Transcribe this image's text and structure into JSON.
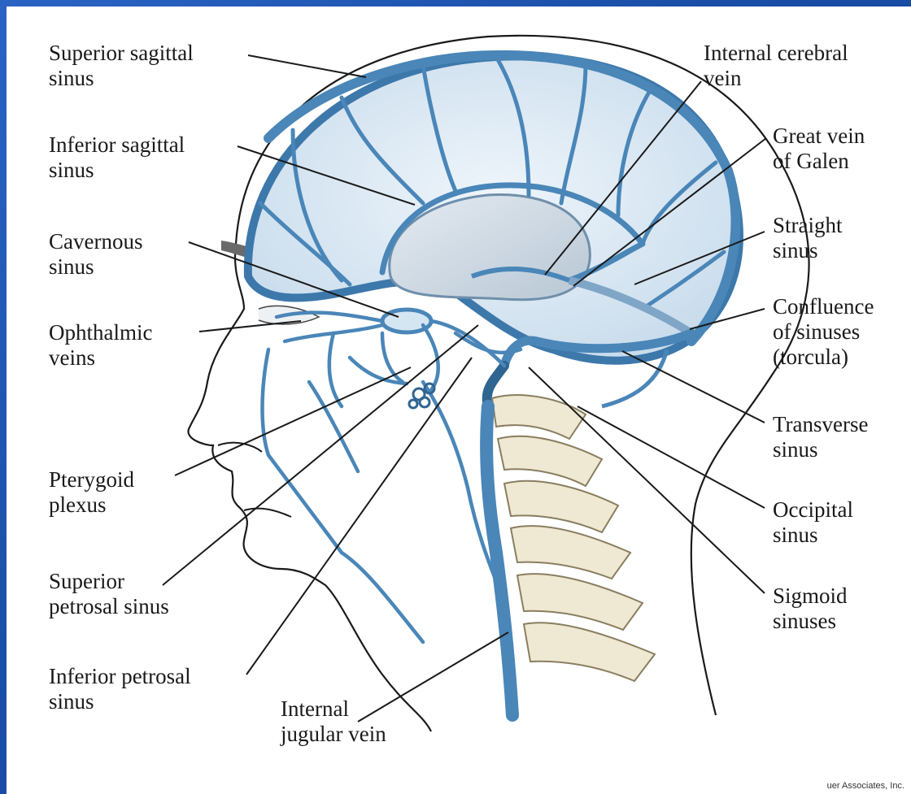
{
  "diagram": {
    "labels": {
      "superior_sagittal_sinus": [
        "Superior sagittal",
        "sinus"
      ],
      "inferior_sagittal_sinus": [
        "Inferior sagittal",
        "sinus"
      ],
      "cavernous_sinus": [
        "Cavernous",
        "sinus"
      ],
      "ophthalmic_veins": [
        "Ophthalmic",
        "veins"
      ],
      "pterygoid_plexus": [
        "Pterygoid",
        "plexus"
      ],
      "superior_petrosal_sinus": [
        "Superior",
        "petrosal sinus"
      ],
      "inferior_petrosal_sinus": [
        "Inferior petrosal",
        "sinus"
      ],
      "internal_jugular_vein": [
        "Internal",
        "jugular vein"
      ],
      "internal_cerebral_vein": [
        "Internal cerebral",
        "vein"
      ],
      "great_vein_of_galen": [
        "Great vein",
        "of Galen"
      ],
      "straight_sinus": [
        "Straight",
        "sinus"
      ],
      "confluence_of_sinuses": [
        "Confluence",
        "of sinuses",
        "(torcula)"
      ],
      "transverse_sinus": [
        "Transverse",
        "sinus"
      ],
      "occipital_sinus": [
        "Occipital",
        "sinus"
      ],
      "sigmoid_sinuses": [
        "Sigmoid",
        "sinuses"
      ]
    },
    "credit": "uer Associates, Inc.",
    "colors": {
      "vein": "#4a86b8",
      "vein_dark": "#2f6591",
      "brain_fill": "#dbe9f4",
      "bone": "#efe8d2",
      "background": "#1a4fa8"
    }
  }
}
